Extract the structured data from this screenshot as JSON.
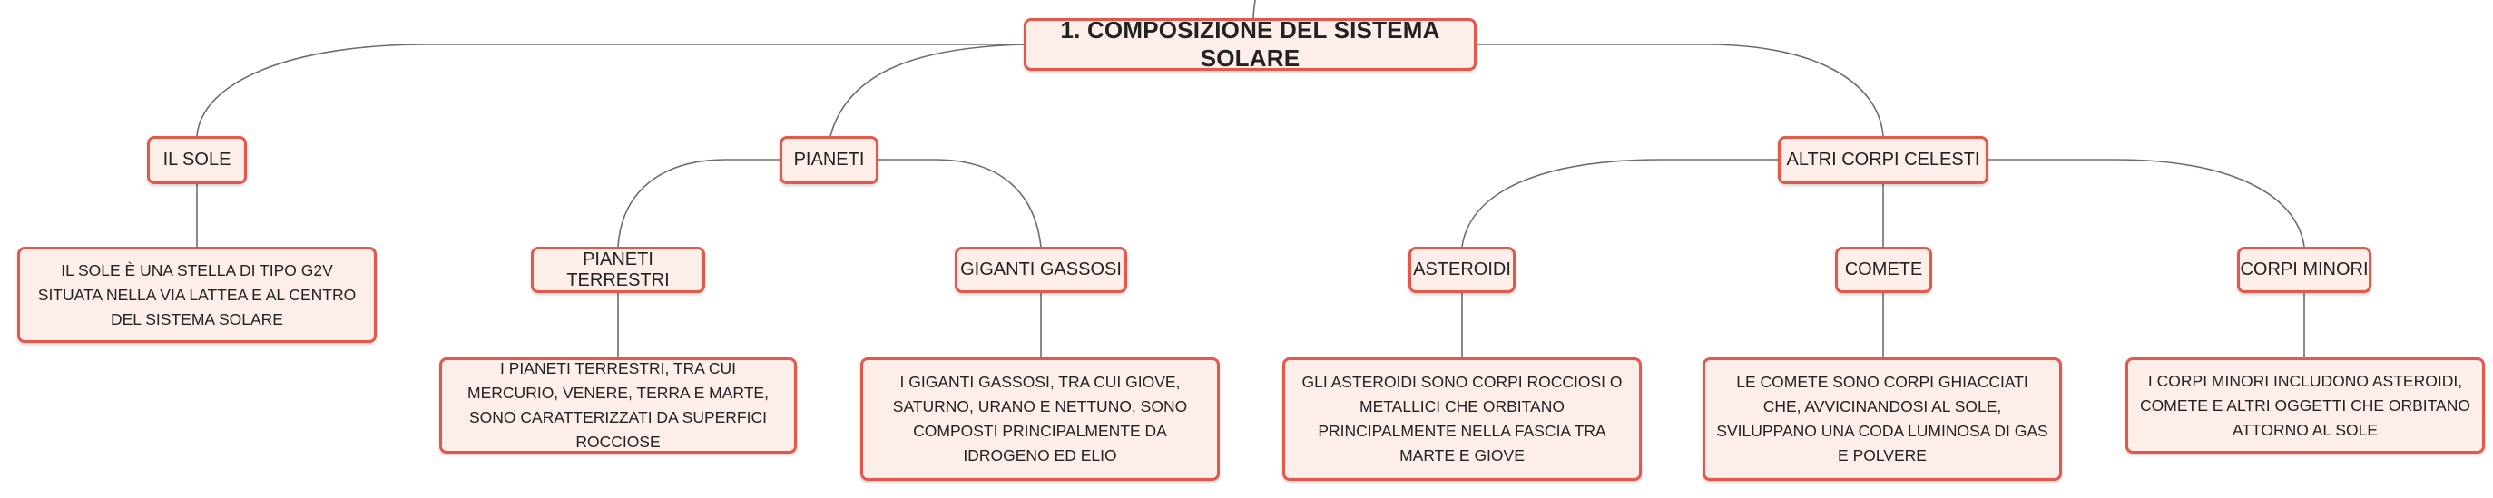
{
  "diagram": {
    "root": {
      "label": "1. COMPOSIZIONE DEL SISTEMA SOLARE"
    },
    "sole": {
      "label": "IL SOLE",
      "description": "IL SOLE È UNA STELLA DI TIPO G2V SITUATA NELLA VIA LATTEA E AL CENTRO DEL SISTEMA SOLARE"
    },
    "pianeti": {
      "label": "PIANETI",
      "terrestri": {
        "label": "PIANETI TERRESTRI",
        "description": "I PIANETI TERRESTRI, TRA CUI MERCURIO, VENERE, TERRA E MARTE, SONO CARATTERIZZATI DA SUPERFICI ROCCIOSE"
      },
      "gassosi": {
        "label": "GIGANTI GASSOSI",
        "description": "I GIGANTI GASSOSI, TRA CUI GIOVE, SATURNO, URANO E NETTUNO, SONO COMPOSTI PRINCIPALMENTE DA IDROGENO ED ELIO"
      }
    },
    "altri": {
      "label": "ALTRI CORPI CELESTI",
      "asteroidi": {
        "label": "ASTEROIDI",
        "description": "GLI ASTEROIDI SONO CORPI ROCCIOSI O METALLICI CHE ORBITANO PRINCIPALMENTE NELLA FASCIA TRA MARTE E GIOVE"
      },
      "comete": {
        "label": "COMETE",
        "description": "LE COMETE SONO CORPI GHIACCIATI CHE, AVVICINANDOSI AL SOLE, SVILUPPANO UNA CODA LUMINOSA DI GAS E POLVERE"
      },
      "minori": {
        "label": "CORPI MINORI",
        "description": "I CORPI MINORI INCLUDONO ASTEROIDI, COMETE E ALTRI OGGETTI CHE ORBITANO ATTORNO AL SOLE"
      }
    }
  },
  "colors": {
    "node_border": "#e6574b",
    "node_fill": "#fdeee9",
    "connector": "#6d6d6d",
    "text": "#222222"
  }
}
